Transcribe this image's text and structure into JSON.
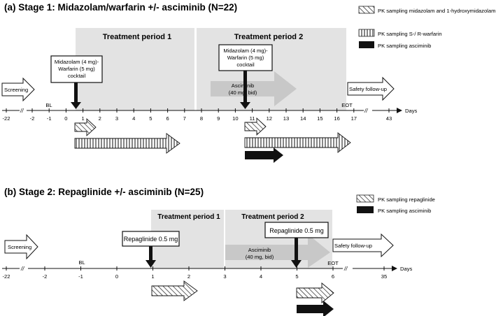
{
  "stage1": {
    "title": "(a) Stage 1: Midazolam/warfarin +/- asciminib (N=22)",
    "legend": [
      {
        "label": "PK sampling midazolam and 1-hydroxymidazolam",
        "pattern": "diagonal-hatch"
      },
      {
        "label": "PK sampling S-/ R-warfarin",
        "pattern": "vertical-stripes"
      },
      {
        "label": "PK sampling asciminib",
        "pattern": "solid-black"
      }
    ],
    "period1_label": "Treatment period 1",
    "period2_label": "Treatment period 2",
    "cocktail_lines": [
      "Midazolam (4 mg)-",
      "Warfarin (5 mg)",
      "cocktail"
    ],
    "asciminib_lines": [
      "Asciminib",
      "(40 mg, bid)"
    ],
    "screening": "Screening",
    "safety": "Safety follow-up",
    "bl": "BL",
    "eot": "EOT",
    "days": "Days",
    "break_mark": "//",
    "ticks": [
      "-22",
      "-2",
      "-1",
      "0",
      "1",
      "2",
      "3",
      "4",
      "5",
      "6",
      "7",
      "8",
      "9",
      "10",
      "11",
      "12",
      "13",
      "14",
      "15",
      "16",
      "17",
      "43"
    ]
  },
  "stage2": {
    "title": "(b) Stage 2: Repaglinide +/- asciminib (N=25)",
    "legend": [
      {
        "label": "PK sampling repaglinide",
        "pattern": "diagonal-hatch"
      },
      {
        "label": "PK sampling asciminib",
        "pattern": "solid-black"
      }
    ],
    "period1_label": "Treatment period 1",
    "period2_label": "Treatment period 2",
    "repaglinide_label": "Repaglinide 0.5 mg",
    "asciminib_lines": [
      "Asciminib",
      "(40 mg, bid)"
    ],
    "screening": "Screening",
    "safety": "Safety follow-up",
    "bl": "BL",
    "eot": "EOT",
    "days": "Days",
    "break_mark": "//",
    "ticks": [
      "-22",
      "-2",
      "-1",
      "0",
      "1",
      "2",
      "3",
      "4",
      "5",
      "6",
      "35"
    ]
  },
  "colors": {
    "period_fill": "#e3e3e3",
    "asciminib_arrow": "#c8c8c8",
    "ink": "#111111"
  }
}
